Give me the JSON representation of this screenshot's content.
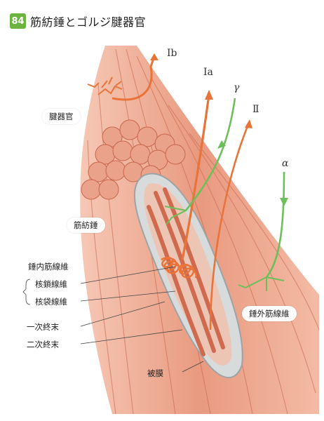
{
  "title": {
    "number": "84",
    "text": "筋紡錘とゴルジ腱器官"
  },
  "labels": {
    "golgi": "腱器官",
    "spindle": "筋紡錘",
    "intrafusal": "錘内筋線維",
    "nuclear_chain": "核鎖線維",
    "nuclear_bag": "核袋線維",
    "primary_ending": "一次終末",
    "secondary_ending": "二次終末",
    "capsule": "被膜",
    "extrafusal": "錘外筋線維"
  },
  "nerves": {
    "ib": "Ⅰb",
    "ia": "Ⅰa",
    "gamma": "γ",
    "ii": "Ⅱ",
    "alpha": "α"
  },
  "colors": {
    "muscle": "#e9967a",
    "muscle_dark": "#d9735a",
    "tendon": "#c8c8c8",
    "capsule": "#bfc4c6",
    "sensory_nerve": "#e8743a",
    "motor_nerve": "#6dbf5a",
    "title_badge": "#6cb33f"
  }
}
